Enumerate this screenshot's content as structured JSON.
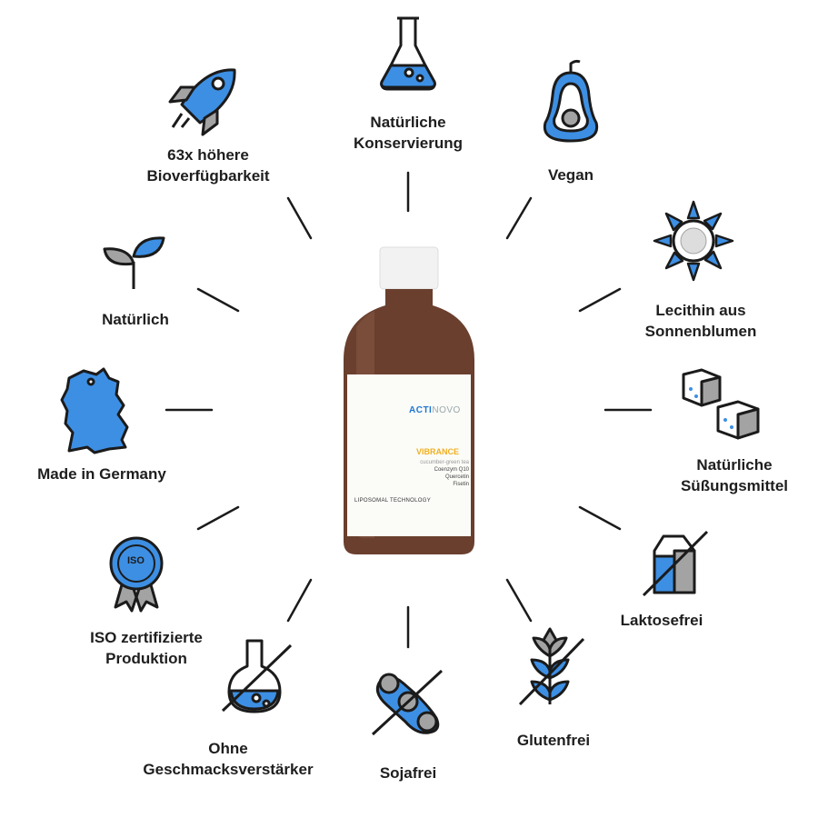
{
  "features": [
    {
      "id": "konservierung",
      "lines": [
        "Natürliche",
        "Konservierung"
      ],
      "icon": "flask-icon"
    },
    {
      "id": "bioverfuegbarkeit",
      "lines": [
        "63x höhere",
        "Bioverfügbarkeit"
      ],
      "icon": "rocket-icon"
    },
    {
      "id": "vegan",
      "lines": [
        "Vegan"
      ],
      "icon": "avocado-icon"
    },
    {
      "id": "natuerlich",
      "lines": [
        "Natürlich"
      ],
      "icon": "sprout-icon"
    },
    {
      "id": "lecithin",
      "lines": [
        "Lecithin aus",
        "Sonnenblumen"
      ],
      "icon": "sunflower-icon"
    },
    {
      "id": "germany",
      "lines": [
        "Made in Germany"
      ],
      "icon": "germany-map-icon"
    },
    {
      "id": "suessungsmittel",
      "lines": [
        "Natürliche",
        "Süßungsmittel"
      ],
      "icon": "sugar-cubes-icon"
    },
    {
      "id": "iso",
      "lines": [
        "ISO zertifizierte",
        "Produktion"
      ],
      "icon": "iso-badge-icon",
      "badge_text": "ISO"
    },
    {
      "id": "laktosefrei",
      "lines": [
        "Laktosefrei"
      ],
      "icon": "milk-carton-crossed-icon"
    },
    {
      "id": "geschmack",
      "lines": [
        "Ohne",
        "Geschmacksverstärker"
      ],
      "icon": "flask-crossed-icon"
    },
    {
      "id": "sojafrei",
      "lines": [
        "Sojafrei"
      ],
      "icon": "soy-crossed-icon"
    },
    {
      "id": "glutenfrei",
      "lines": [
        "Glutenfrei"
      ],
      "icon": "wheat-crossed-icon"
    }
  ],
  "bottle": {
    "brand": "ACTI",
    "brand_suffix": "NOVO",
    "product": "VIBRANCE",
    "flavor": "cucumber-green tea",
    "ingredients": [
      "Coenzym Q10",
      "Quercetin",
      "Fisetin"
    ],
    "technology": "LIPOSOMAL TECHNOLOGY"
  },
  "colors": {
    "blue": "#3d8fe3",
    "gray": "#a3a3a3",
    "outline": "#1b1b1b",
    "bottle": "#6a3f2e"
  }
}
